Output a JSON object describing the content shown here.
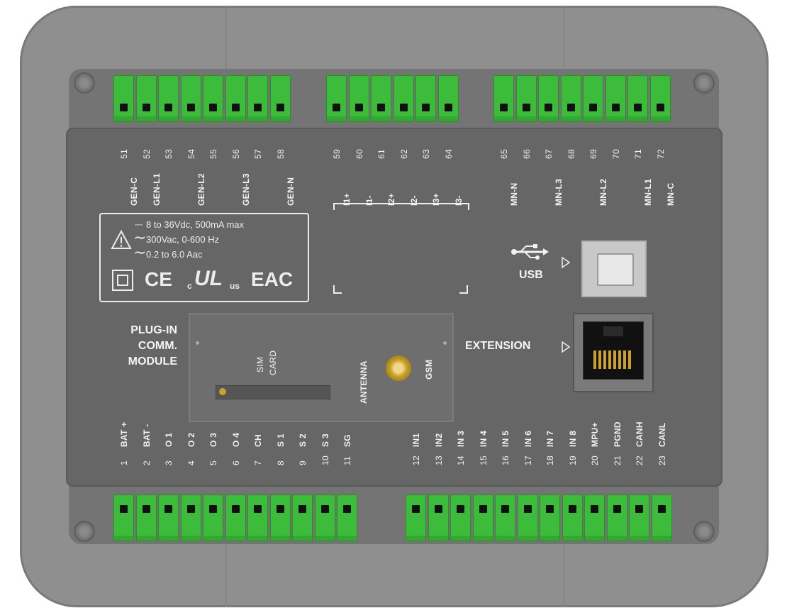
{
  "top_terminals": {
    "left": [
      "51",
      "52",
      "53",
      "54",
      "55",
      "56",
      "57",
      "58"
    ],
    "middle": [
      "59",
      "60",
      "61",
      "62",
      "63",
      "64"
    ],
    "right": [
      "65",
      "66",
      "67",
      "68",
      "69",
      "70",
      "71",
      "72"
    ]
  },
  "top_labels": [
    {
      "num": "51",
      "sig": "GEN-C"
    },
    {
      "num": "52",
      "sig": "GEN-L1"
    },
    {
      "num": "53",
      "sig": ""
    },
    {
      "num": "54",
      "sig": "GEN-L2"
    },
    {
      "num": "55",
      "sig": ""
    },
    {
      "num": "56",
      "sig": "GEN-L3"
    },
    {
      "num": "57",
      "sig": ""
    },
    {
      "num": "58",
      "sig": "GEN-N"
    },
    {
      "num": "59",
      "sig": "I1+"
    },
    {
      "num": "60",
      "sig": "I1-"
    },
    {
      "num": "61",
      "sig": "I2+"
    },
    {
      "num": "62",
      "sig": "I2-"
    },
    {
      "num": "63",
      "sig": "I3+"
    },
    {
      "num": "64",
      "sig": "I3-"
    },
    {
      "num": "65",
      "sig": "MN-N"
    },
    {
      "num": "66",
      "sig": ""
    },
    {
      "num": "67",
      "sig": "MN-L3"
    },
    {
      "num": "68",
      "sig": ""
    },
    {
      "num": "69",
      "sig": "MN-L2"
    },
    {
      "num": "70",
      "sig": ""
    },
    {
      "num": "71",
      "sig": "MN-L1"
    },
    {
      "num": "72",
      "sig": "MN-C"
    }
  ],
  "bottom_labels": [
    {
      "num": "1",
      "sig": "BAT +"
    },
    {
      "num": "2",
      "sig": "BAT -"
    },
    {
      "num": "3",
      "sig": "O 1"
    },
    {
      "num": "4",
      "sig": "O 2"
    },
    {
      "num": "5",
      "sig": "O 3"
    },
    {
      "num": "6",
      "sig": "O 4"
    },
    {
      "num": "7",
      "sig": "CH"
    },
    {
      "num": "8",
      "sig": "S 1"
    },
    {
      "num": "9",
      "sig": "S 2"
    },
    {
      "num": "10",
      "sig": "S 3"
    },
    {
      "num": "11",
      "sig": "SG"
    },
    {
      "num": "12",
      "sig": "IN1"
    },
    {
      "num": "13",
      "sig": "IN2"
    },
    {
      "num": "14",
      "sig": "IN 3"
    },
    {
      "num": "15",
      "sig": "IN 4"
    },
    {
      "num": "16",
      "sig": "IN 5"
    },
    {
      "num": "17",
      "sig": "IN 6"
    },
    {
      "num": "18",
      "sig": "IN 7"
    },
    {
      "num": "19",
      "sig": "IN 8"
    },
    {
      "num": "20",
      "sig": "MPU+"
    },
    {
      "num": "21",
      "sig": "PGND"
    },
    {
      "num": "22",
      "sig": "CANH"
    },
    {
      "num": "23",
      "sig": "CANL"
    }
  ],
  "spec_label": {
    "dc_symbol": "⎓",
    "ac_symbol": "∼",
    "line1": "8 to 36Vdc, 500mA max",
    "line2": "300Vac, 0-600 Hz",
    "line3": "0.2 to 6.0 Aac",
    "marks": [
      "CE",
      "c",
      "UL",
      "us",
      "EAC"
    ]
  },
  "plugin_module": {
    "title_lines": [
      "PLUG-IN",
      "COMM.",
      "MODULE"
    ],
    "sim_lines": [
      "SIM",
      "CARD"
    ],
    "antenna": "ANTENNA",
    "gsm": "GSM"
  },
  "usb": {
    "label": "USB",
    "icon": "usb-icon"
  },
  "extension": {
    "label": "EXTENSION"
  },
  "colors": {
    "terminal_green": "#3dbb3a",
    "panel": "#666666",
    "body": "#8f8f8f"
  }
}
